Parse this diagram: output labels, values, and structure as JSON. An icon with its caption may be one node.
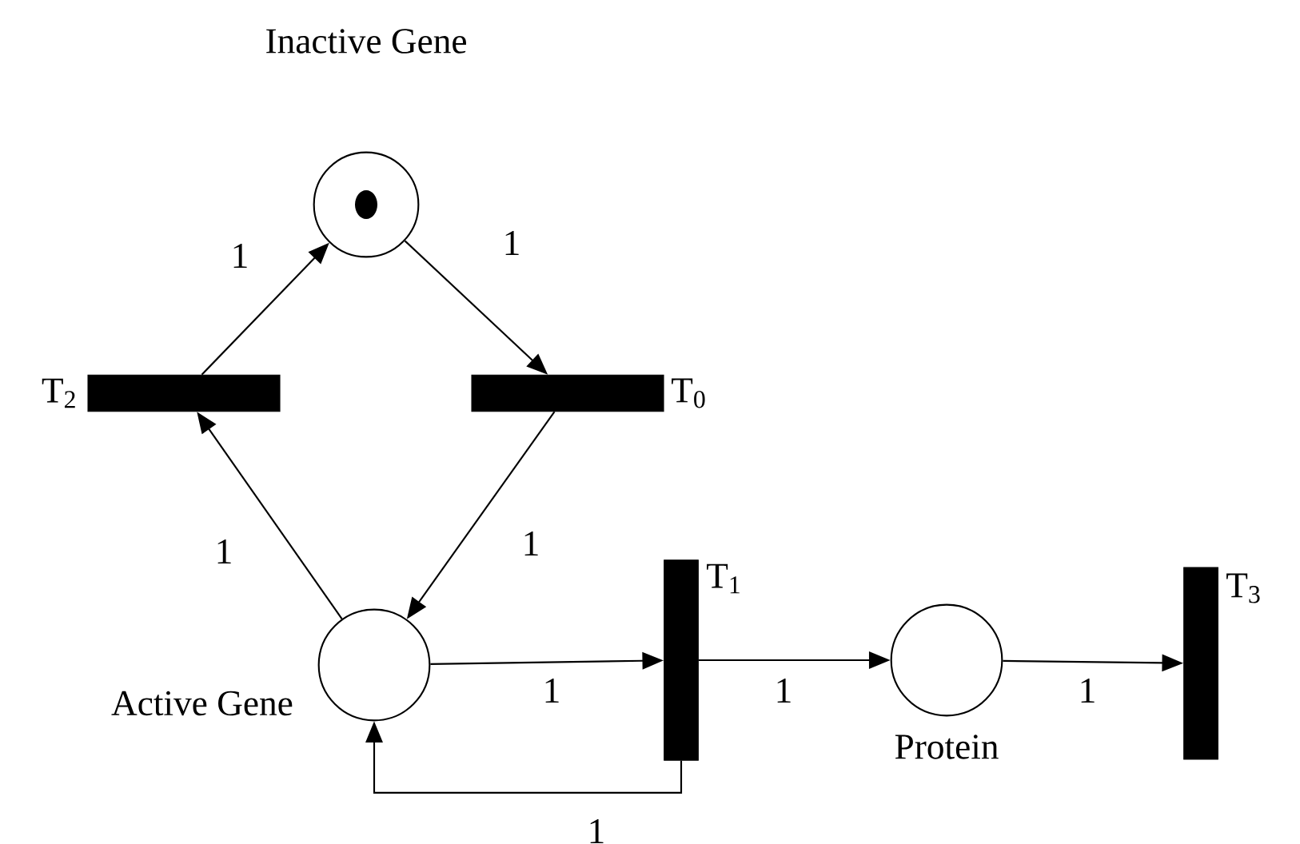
{
  "diagram": {
    "nodes": [
      {
        "text": [
          "Inactive Gene"
        ]
      },
      {
        "text": [
          "T$_{2}$"
        ]
      },
      {
        "text": [
          "T$_{0}$"
        ]
      },
      {
        "text": [
          "Active Gene"
        ]
      },
      {
        "text": [
          "T$_{1}$"
        ]
      },
      {
        "text": [
          "Protein"
        ]
      },
      {
        "text": [
          "T$_{3}$"
        ]
      }
    ],
    "edges": [
      {
        "from": 1,
        "to": 0,
        "arrow": "to",
        "label": "1"
      },
      {
        "from": 0,
        "to": 2,
        "arrow": "to",
        "label": "1"
      },
      {
        "from": 2,
        "to": 3,
        "arrow": "to",
        "label": "1"
      },
      {
        "from": 3,
        "to": 1,
        "arrow": "to",
        "label": "1"
      },
      {
        "from": 3,
        "to": 4,
        "arrow": "to",
        "label": "1"
      },
      {
        "from": 4,
        "to": 3,
        "arrow": "to",
        "label": "1"
      },
      {
        "from": 4,
        "to": 5,
        "arrow": "to",
        "label": "1"
      },
      {
        "from": 5,
        "to": 6,
        "arrow": "to",
        "label": "1"
      }
    ]
  }
}
